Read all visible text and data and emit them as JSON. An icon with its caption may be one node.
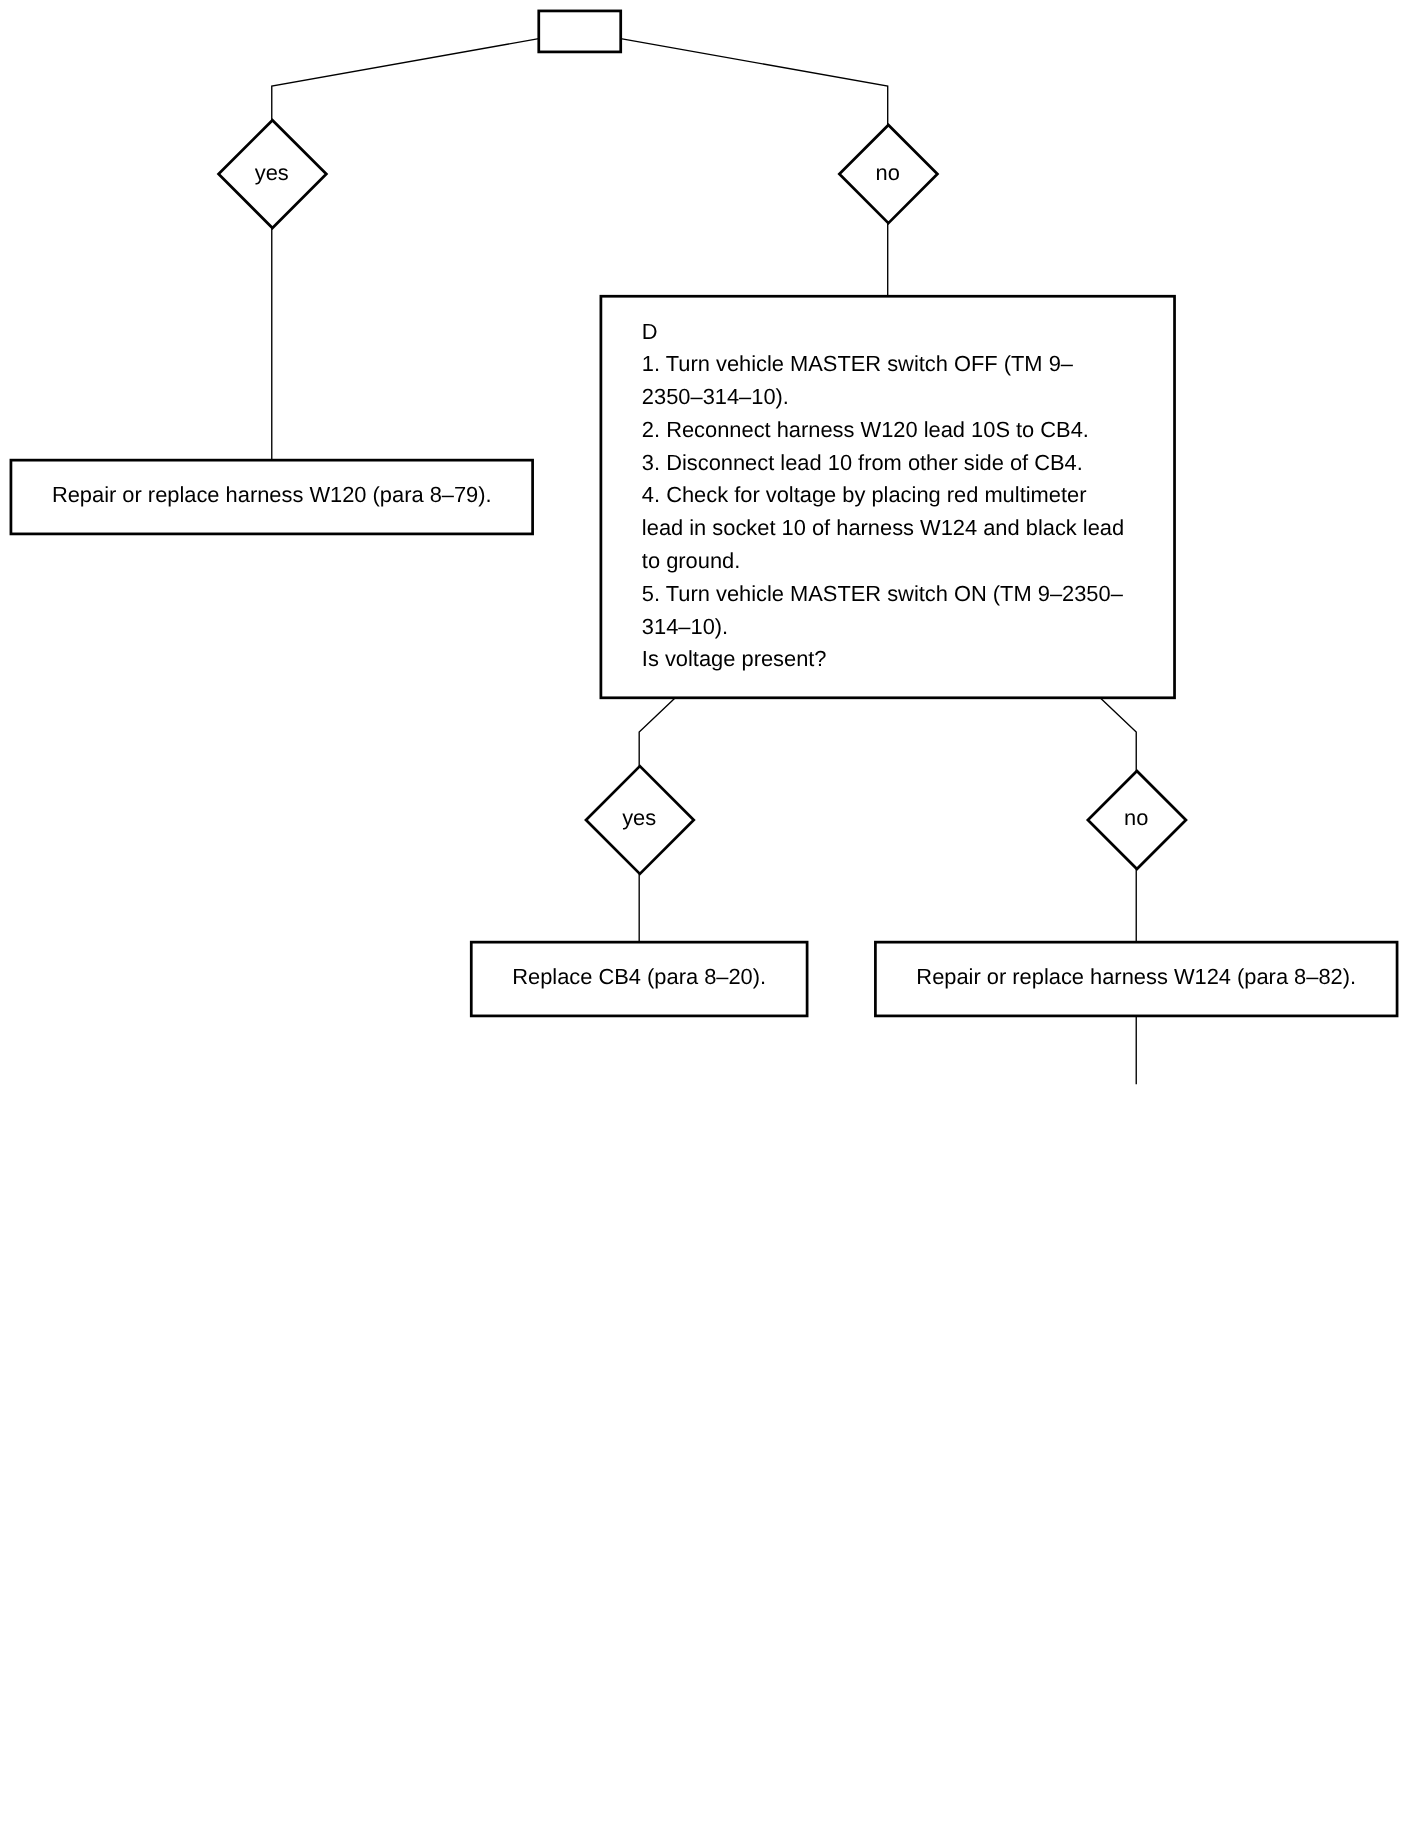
{
  "diagram": {
    "nodes": [
      {
        "text": [],
        "shape": "box"
      },
      {
        "text": [
          "yes"
        ]
      },
      {
        "text": [
          "no"
        ]
      },
      {
        "text": [
          "Repair or replace harness W120 (para 8–79)."
        ]
      },
      {
        "text": [
          "D",
          "1. Turn vehicle MASTER switch OFF (TM 9–2350–314–10).",
          "2. Reconnect harness W120 lead 10S to CB4.",
          "3. Disconnect lead 10 from other side of CB4.",
          "4. Check for voltage by placing red multimeter lead in socket 10 of harness W124 and black lead to ground.",
          "5. Turn vehicle MASTER switch ON (TM 9–2350–314–10).",
          "Is voltage present?"
        ]
      },
      {
        "text": [
          "yes"
        ]
      },
      {
        "text": [
          "no"
        ]
      },
      {
        "text": [
          "Replace CB4 (para 8–20)."
        ]
      },
      {
        "text": [
          "Repair or replace harness W124 (para 8–82)."
        ]
      }
    ],
    "edges": [
      {
        "from": 0,
        "to": 1,
        "arrow": "none"
      },
      {
        "from": 0,
        "to": 2,
        "arrow": "none"
      },
      {
        "from": 1,
        "to": 3,
        "arrow": "none"
      },
      {
        "from": 2,
        "to": 4,
        "arrow": "none"
      },
      {
        "from": 4,
        "to": 5,
        "arrow": "none"
      },
      {
        "from": 4,
        "to": 6,
        "arrow": "none"
      },
      {
        "from": 5,
        "to": 7,
        "arrow": "none"
      },
      {
        "from": 6,
        "to": 8,
        "arrow": "none"
      },
      {
        "from": 8,
        "to": null,
        "arrow": "none"
      }
    ]
  }
}
